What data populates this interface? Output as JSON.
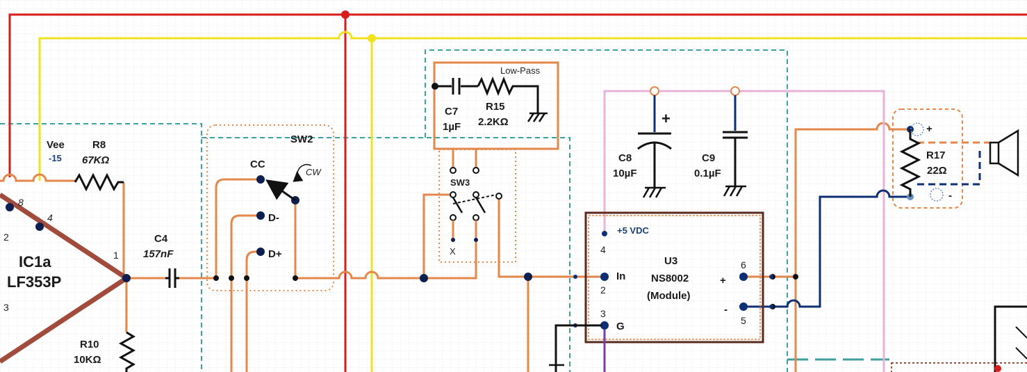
{
  "colors": {
    "rail_red": "#d81b1b",
    "rail_yellow": "#f0e21e",
    "wire_orange": "#e3874a",
    "wire_pink": "#e9b2d9",
    "wire_navy": "#0d2f73",
    "box_teal": "#3f9f9f",
    "box_orange_dotted": "#e3874a",
    "opamp_brown": "#a14b3d",
    "chip_border": "#5a2a1e"
  },
  "opamp": {
    "name": "IC1a",
    "part": "LF353P",
    "pins": {
      "p8": "8",
      "p4": "4",
      "p2": "2",
      "p3": "3",
      "p1": "1"
    },
    "vee_label": "Vee",
    "vee_value": "-15"
  },
  "r8": {
    "name": "R8",
    "value": "67KΩ"
  },
  "r10": {
    "name": "R10",
    "value": "10KΩ"
  },
  "c4": {
    "name": "C4",
    "value": "157nF"
  },
  "sw2": {
    "name": "SW2",
    "positions": {
      "cc": "CC",
      "dminus": "D-",
      "dplus": "D+"
    },
    "direction": "CW"
  },
  "lowpass": {
    "title": "Low-Pass",
    "c7": {
      "name": "C7",
      "value": "1µF"
    },
    "r15": {
      "name": "R15",
      "value": "2.2KΩ"
    }
  },
  "sw3": {
    "name": "SW3",
    "x_label": "X"
  },
  "c8": {
    "name": "C8",
    "value": "10µF",
    "polarity": "+"
  },
  "c9": {
    "name": "C9",
    "value": "0.1µF"
  },
  "u3": {
    "name": "U3",
    "part": "NS8002",
    "note": "(Module)",
    "supply": "+5 VDC",
    "pins": {
      "p4": "4",
      "p2": "2",
      "p3": "3",
      "p6": "6",
      "p5": "5",
      "in": "In",
      "g": "G",
      "plus": "+",
      "minus": "-"
    }
  },
  "speaker": {
    "r17": {
      "name": "R17",
      "value": "22Ω"
    },
    "plus": "+",
    "minus": "-"
  }
}
